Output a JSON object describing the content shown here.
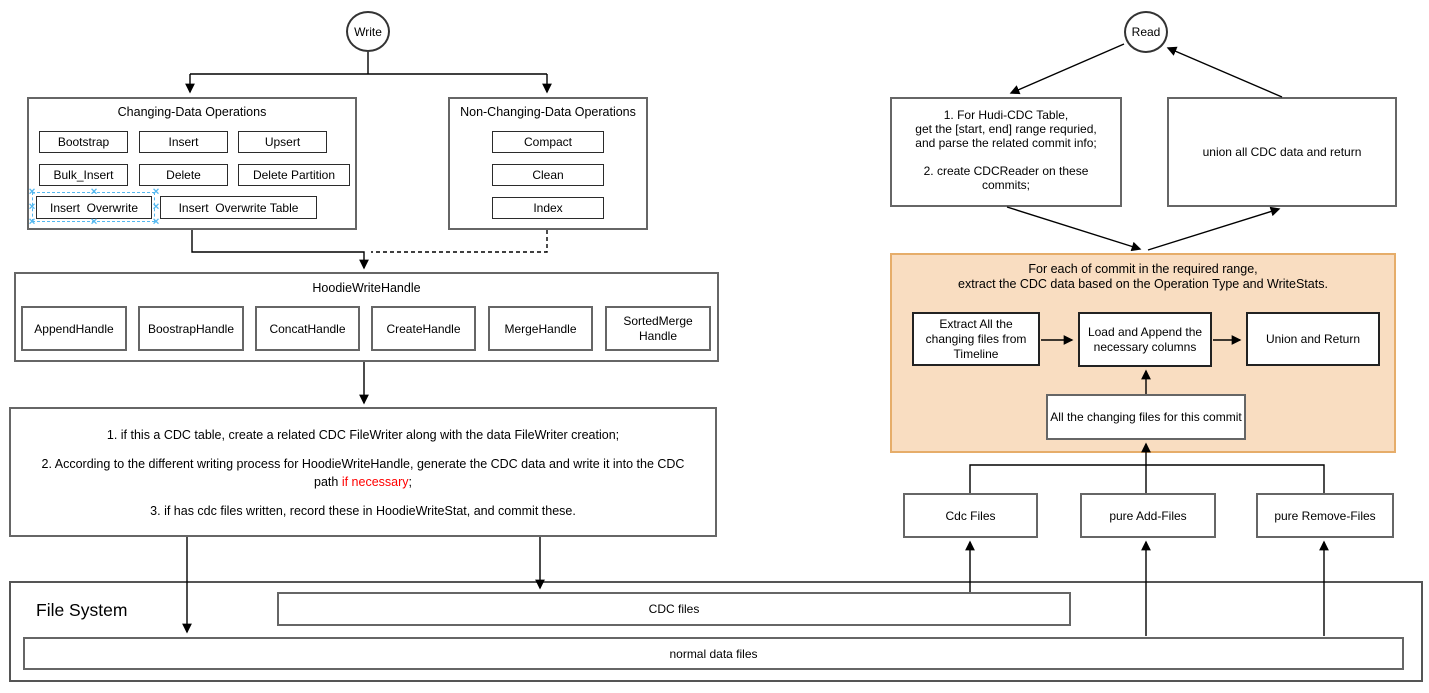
{
  "write": {
    "label": "Write",
    "changing": {
      "title": "Changing-Data Operations",
      "ops": [
        "Bootstrap",
        "Insert",
        "Upsert",
        "Bulk_Insert",
        "Delete",
        "Delete Partition",
        "Insert  Overwrite",
        "Insert  Overwrite Table"
      ]
    },
    "non_changing": {
      "title": "Non-Changing-Data Operations",
      "ops": [
        "Compact",
        "Clean",
        "Index"
      ]
    },
    "handle": {
      "title": "HoodieWriteHandle",
      "handles": [
        "AppendHandle",
        "BoostrapHandle",
        "ConcatHandle",
        "CreateHandle",
        "MergeHandle",
        "SortedMerge Handle"
      ]
    },
    "steps": {
      "line1": "1. if this a CDC table, create a related CDC FileWriter along with the data FileWriter creation;",
      "line2a": "2. According to the different writing process for HoodieWriteHandle, generate the CDC data and write it into the CDC",
      "line2b_prefix": "path ",
      "line2b_red": "if necessary",
      "line2b_suffix": ";",
      "line3": "3. if has cdc files written, record these in HoodieWriteStat, and commit these."
    }
  },
  "read": {
    "label": "Read",
    "plan_box": {
      "lines": [
        "1. For Hudi-CDC Table,",
        "get the [start, end] range requried,",
        "and parse the related commit info;",
        "",
        "2. create CDCReader on these",
        "commits;"
      ]
    },
    "union_box": "union all CDC data and return",
    "per_commit": {
      "title_line1": "For each of commit in the required range,",
      "title_line2": "extract the CDC data based on the Operation Type and WriteStats.",
      "extract": "Extract All the changing files from Timeline",
      "load": "Load and Append the necessary columns",
      "union": "Union and Return",
      "changing_files": "All the changing files for this commit"
    },
    "file_groups": [
      "Cdc Files",
      "pure Add-Files",
      "pure Remove-Files"
    ]
  },
  "file_system": {
    "title": "File System",
    "cdc_bar": "CDC files",
    "normal_bar": "normal data files"
  },
  "colors": {
    "orange_fill": "#f9ddc1",
    "orange_border": "#e6ad6a",
    "selection_blue": "#54b8f0",
    "highlight_red": "#ff0000"
  }
}
